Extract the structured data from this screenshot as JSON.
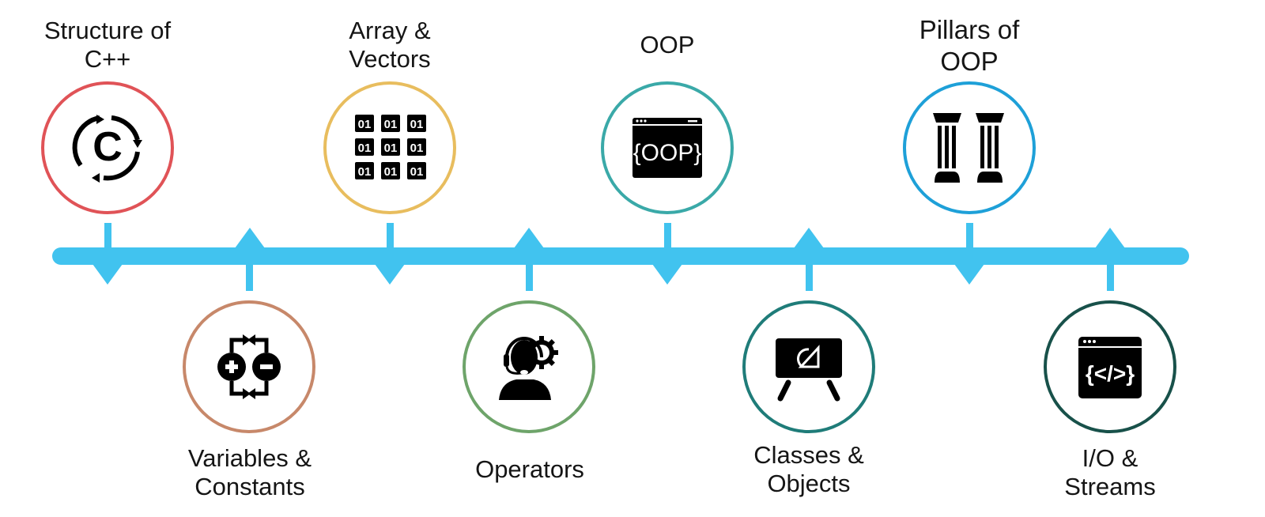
{
  "title": "C++ learning timeline",
  "colors": {
    "timeline": "#41c3ef",
    "icon": "#000000"
  },
  "milestones": [
    {
      "label_line1": "Structure of",
      "label_line2": "C++",
      "icon": "cpp-copyright-cycle-icon",
      "ring_color": "#e05357",
      "position": "top"
    },
    {
      "label_line1": "Variables &",
      "label_line2": "Constants",
      "icon": "plus-minus-exchange-icon",
      "ring_color": "#c7886a",
      "position": "bottom"
    },
    {
      "label_line1": "Array &",
      "label_line2": "Vectors",
      "icon": "binary-grid-icon",
      "ring_color": "#e8bd5e",
      "position": "top"
    },
    {
      "label_line1": "Operators",
      "label_line2": "",
      "icon": "operator-headset-gear-icon",
      "ring_color": "#6ea46a",
      "position": "bottom"
    },
    {
      "label_line1": "OOP",
      "label_line2": "",
      "icon": "oop-window-icon",
      "ring_color": "#3aa9a8",
      "position": "top"
    },
    {
      "label_line1": "Classes &",
      "label_line2": "Objects",
      "icon": "blackboard-easel-icon",
      "ring_color": "#1f7c79",
      "position": "bottom"
    },
    {
      "label_line1": "Pillars of",
      "label_line2": "OOP",
      "icon": "pillars-icon",
      "ring_color": "#1ea0d8",
      "position": "top"
    },
    {
      "label_line1": "I/O &",
      "label_line2": "Streams",
      "icon": "code-window-icon",
      "ring_color": "#18514a",
      "position": "bottom"
    }
  ]
}
